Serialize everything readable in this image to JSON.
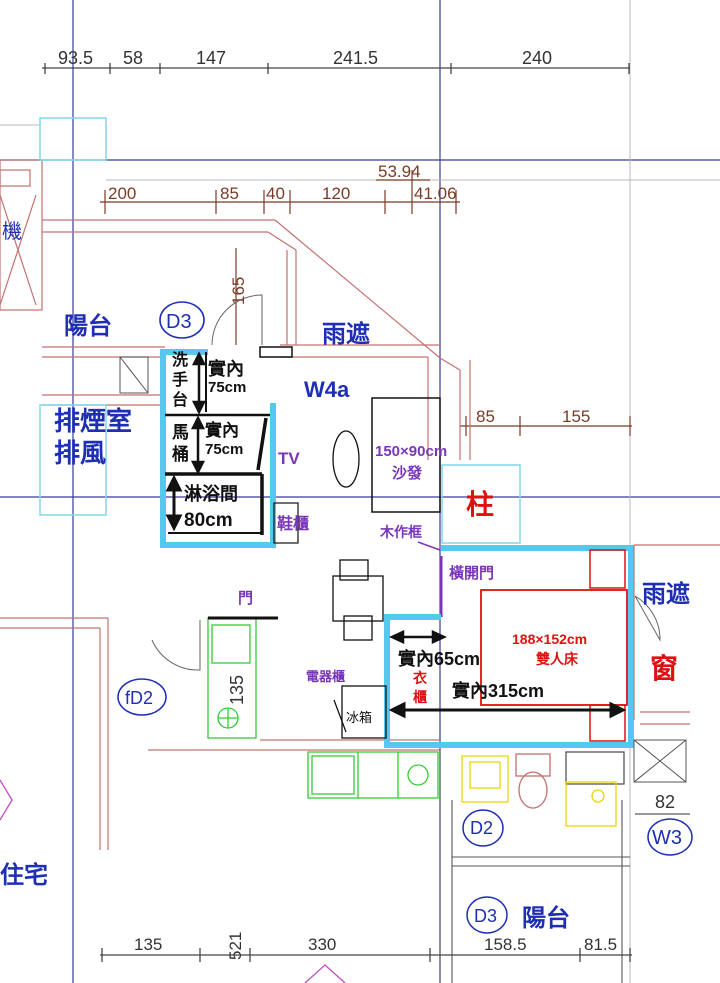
{
  "dims": {
    "top": [
      "93.5",
      "58",
      "147",
      "241.5",
      "240"
    ],
    "second": [
      "200",
      "85",
      "40",
      "120",
      "53.94",
      "41.06"
    ],
    "right": [
      "85",
      "155"
    ],
    "right_small": "82",
    "bottom": [
      "135",
      "521",
      "330",
      "158.5",
      "81.5"
    ],
    "side": [
      "165",
      "135"
    ]
  },
  "rooms": {
    "balcony_top": "陽台",
    "canopy_top": "雨遮",
    "exhaust_room": "排煙室",
    "exhaust_fan": "排風",
    "canopy_right": "雨遮",
    "window": "窗",
    "pillar": "柱",
    "residence": "住宅",
    "balcony_bottom": "陽台",
    "machine": "機"
  },
  "doors": {
    "d3_top": "D3",
    "d3_bottom": "D3",
    "d2": "D2",
    "fd2": "fD2",
    "w3": "W3",
    "w4a": "W4a"
  },
  "bathroom": {
    "washbasin": [
      "洗",
      "手",
      "台"
    ],
    "toilet": [
      "馬",
      "桶"
    ],
    "inner": "實內",
    "basin_width": "75cm",
    "toilet_width": "75cm",
    "shower": "淋浴間",
    "shower_width": "80cm"
  },
  "living": {
    "tv": "TV",
    "sofa_size": "150×90cm",
    "sofa": "沙發",
    "shoe_cabinet": "鞋櫃",
    "wood_frame": "木作框",
    "sliding_door": "橫開門",
    "door": "門",
    "appliance_cabinet": "電器櫃",
    "fridge": "冰箱"
  },
  "bedroom": {
    "bed_size": "188×152cm",
    "bed": "雙人床",
    "wardrobe_depth": "實內65cm",
    "wardrobe": [
      "衣",
      "櫃"
    ],
    "room_width": "實內315cm"
  },
  "colors": {
    "wall_highlight": "#55c8ee",
    "dim_brown": "#7a3b26",
    "label_blue": "#1f2fb4",
    "label_red": "#e01010",
    "label_purple": "#7a36b8",
    "kitchen_green": "#33cc33",
    "bath_yellow": "#e6d800"
  }
}
